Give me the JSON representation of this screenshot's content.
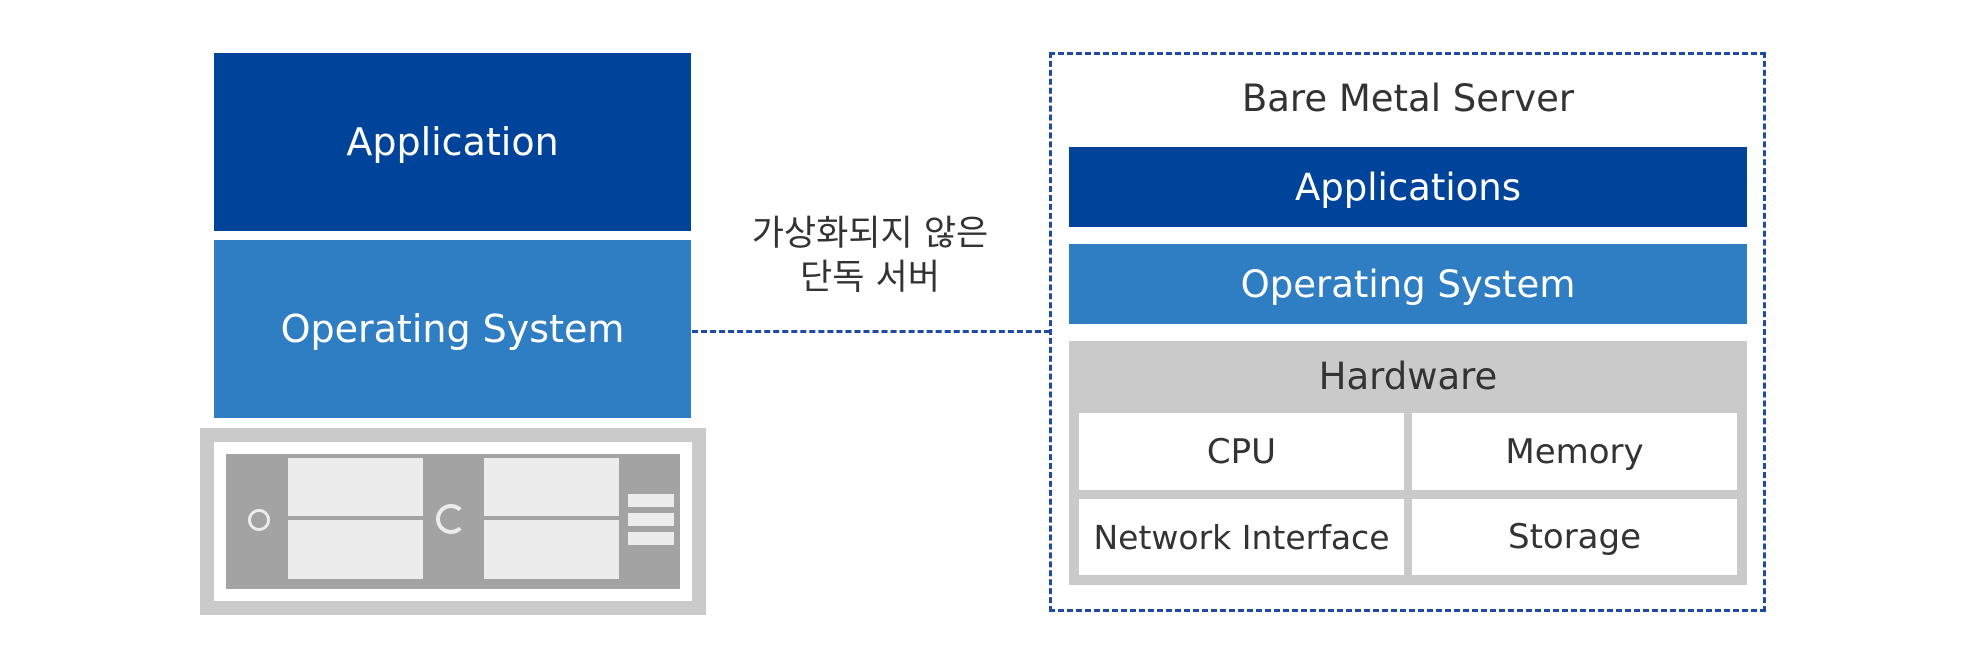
{
  "left_stack": {
    "application_label": "Application",
    "os_label": "Operating System"
  },
  "connector": {
    "line1": "가상화되지 않은",
    "line2": "단독 서버"
  },
  "right_panel": {
    "title": "Bare Metal Server",
    "applications_label": "Applications",
    "os_label": "Operating System",
    "hardware": {
      "title": "Hardware",
      "cells": [
        "CPU",
        "Memory",
        "Network Interface",
        "Storage"
      ]
    }
  },
  "colors": {
    "dark_blue": "#00439a",
    "mid_blue": "#2f7ec4",
    "gray": "#c9cac9",
    "server_dark": "#a3a3a3",
    "server_light": "#ececec",
    "dash": "#1f4aa8"
  }
}
